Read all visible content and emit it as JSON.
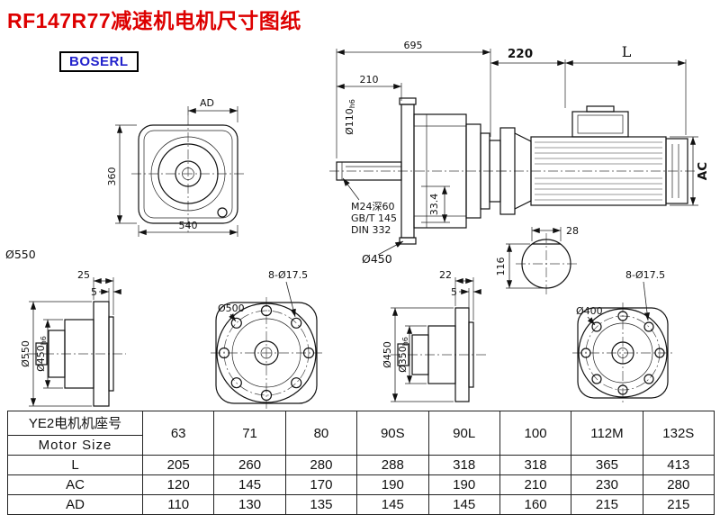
{
  "page": {
    "title": "RF147R77减速机电机尺寸图纸",
    "brand": "BOSERL"
  },
  "colors": {
    "title": "#dd0000",
    "brand": "#2222cc",
    "line": "#111111"
  },
  "dims": {
    "front_view": {
      "ad": "AD",
      "height": "360",
      "width": "540",
      "flange_od": "Ø550"
    },
    "side_view": {
      "total_length": "695",
      "shaft_length": "210",
      "shaft_dia": "Ø110",
      "shaft_tol": "h6",
      "tap_note_1": "M24深60",
      "tap_note_2": "GB/T 145",
      "tap_note_3": "DIN 332",
      "key_dim": "33.4",
      "flange_od": "Ø450"
    },
    "motor_view": {
      "adapter_length": "220",
      "motor_length": "L",
      "motor_dia": "AC"
    },
    "shaft_section": {
      "key_width": "28",
      "key_height": "116"
    },
    "flange_b5_large": {
      "thickness": "25",
      "spigot_depth": "5",
      "od": "Ø550",
      "pilot": "Ø450",
      "pilot_tol": "h6"
    },
    "flange_face_large": {
      "holes": "8-Ø17.5",
      "bolt_circle": "Ø500"
    },
    "flange_b5_small": {
      "thickness": "22",
      "spigot_depth": "5",
      "od": "Ø450",
      "pilot": "Ø350",
      "pilot_tol": "h6"
    },
    "flange_face_small": {
      "holes": "8-Ø17.5",
      "bolt_circle": "Ø400"
    }
  },
  "table": {
    "header": {
      "line1": "YE2电机机座号",
      "line2": "Motor Size"
    },
    "sizes": [
      "63",
      "71",
      "80",
      "90S",
      "90L",
      "100",
      "112M",
      "132S"
    ],
    "rows": [
      {
        "label": "L",
        "values": [
          "205",
          "260",
          "280",
          "288",
          "318",
          "318",
          "365",
          "413"
        ]
      },
      {
        "label": "AC",
        "values": [
          "120",
          "145",
          "170",
          "190",
          "190",
          "210",
          "230",
          "280"
        ]
      },
      {
        "label": "AD",
        "values": [
          "110",
          "130",
          "135",
          "145",
          "145",
          "160",
          "215",
          "215"
        ]
      }
    ]
  }
}
